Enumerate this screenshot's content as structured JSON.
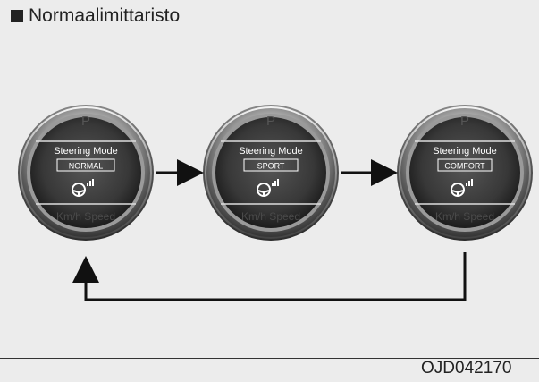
{
  "heading": "Normaalimittaristo",
  "figure_id": "OJD042170",
  "gauges": [
    {
      "title": "Steering Mode",
      "mode": "NORMAL",
      "indicator": "P",
      "ghost_text": "Km/h  Speed"
    },
    {
      "title": "Steering Mode",
      "mode": "SPORT",
      "indicator": "P",
      "ghost_text": "Km/h  Speed"
    },
    {
      "title": "Steering Mode",
      "mode": "COMFORT",
      "indicator": "P",
      "ghost_text": "Km/h  Speed"
    }
  ],
  "icons": {
    "gauge": "steering-wheel-icon",
    "arrow": "arrow-right-icon",
    "return": "return-arrow-icon"
  },
  "colors": {
    "background": "#ececec",
    "bezel_dark": "#2a2a2a",
    "face": "#3a3a3a",
    "text": "#ffffff",
    "arrow": "#111111"
  }
}
